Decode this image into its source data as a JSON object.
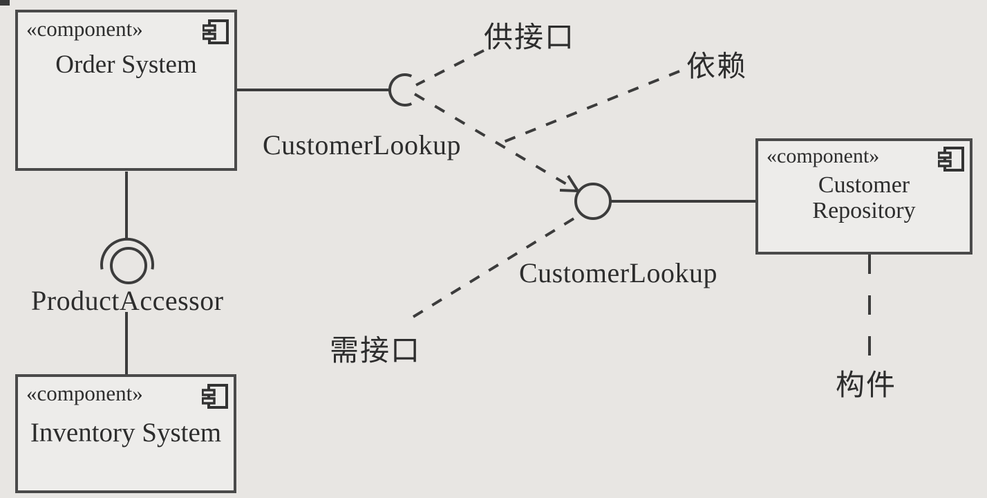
{
  "colors": {
    "background": "#e8e6e3",
    "box_background": "#edecea",
    "line_stroke": "#3c3c3c",
    "text": "#2d2d2d"
  },
  "components": {
    "order": {
      "stereotype": "«component»",
      "name": "Order System"
    },
    "inventory": {
      "stereotype": "«component»",
      "name": "Inventory System"
    },
    "repository": {
      "stereotype": "«component»",
      "name_line1": "Customer",
      "name_line2": "Repository"
    }
  },
  "interface_labels": {
    "customer_lookup_socket": "CustomerLookup",
    "customer_lookup_ball": "CustomerLookup",
    "product_accessor": "ProductAccessor"
  },
  "annotations": {
    "provided_interface": "供接口",
    "dependency": "依赖",
    "required_interface": "需接口",
    "component": "构件"
  }
}
